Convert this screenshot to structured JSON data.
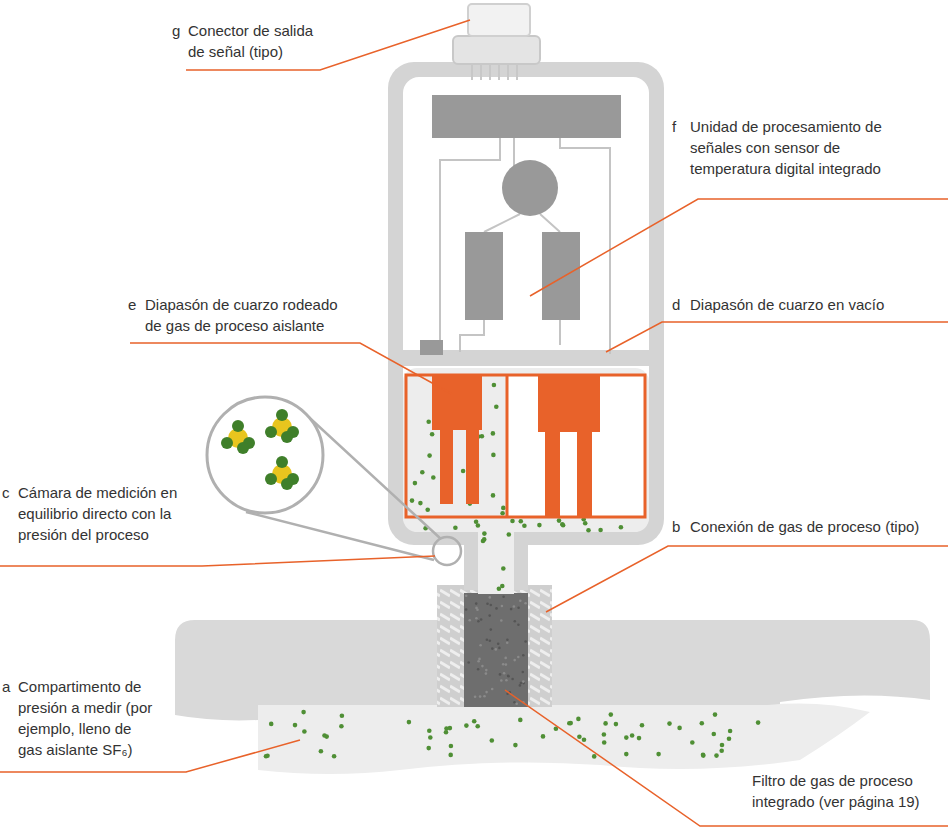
{
  "diagram": {
    "labels": [
      "g",
      "Conector de salida de señal (tipo)",
      "f",
      "Unidad de procesamiento de señales con sensor de temperatura digital integrado",
      "e",
      "Diapasón de cuarzo rodeado de gas de proceso aislante",
      "d",
      "Diapasón de cuarzo en vacío",
      "c",
      "Cámara de medición en equilibrio directo con la presión del proceso",
      "b",
      "Conexión de gas de proceso (tipo)",
      "a",
      "Compartimento de presión a medir (por ejemplo, lleno de gas aislante SF₆)",
      "Filtro de gas de proceso integrado (ver página 19)"
    ]
  }
}
